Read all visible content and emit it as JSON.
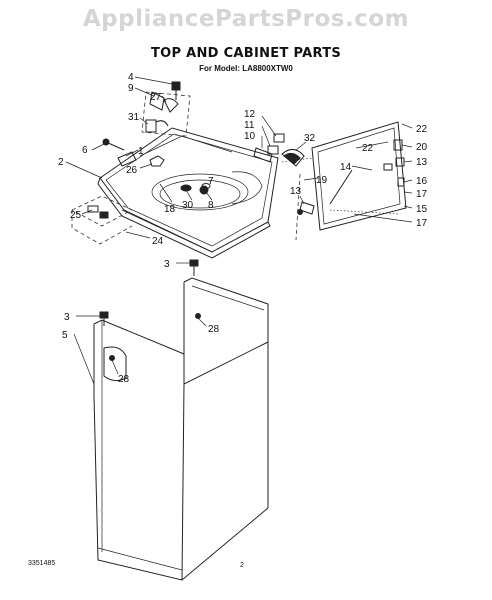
{
  "watermark": "AppliancePartsPros.com",
  "title": "TOP AND CABINET PARTS",
  "subtitle": "For Model: LA8800XTW0",
  "footer": {
    "code": "3351485",
    "page": "2"
  },
  "callouts": {
    "c4": "4",
    "c9": "9",
    "c27": "27",
    "c31": "31",
    "c6": "6",
    "c1": "1",
    "c2": "2",
    "c26": "26",
    "c7": "7",
    "c8": "8",
    "c30": "30",
    "c18": "18",
    "c25": "25",
    "c24": "24",
    "c12": "12",
    "c11": "11",
    "c10": "10",
    "c32": "32",
    "c19": "19",
    "c13a": "13",
    "c22a": "22",
    "c22b": "22",
    "c20": "20",
    "c14": "14",
    "c13b": "13",
    "c16": "16",
    "c17a": "17",
    "c15": "15",
    "c17b": "17",
    "c3a": "3",
    "c28a": "28",
    "c3b": "3",
    "c5": "5",
    "c28b": "28"
  }
}
